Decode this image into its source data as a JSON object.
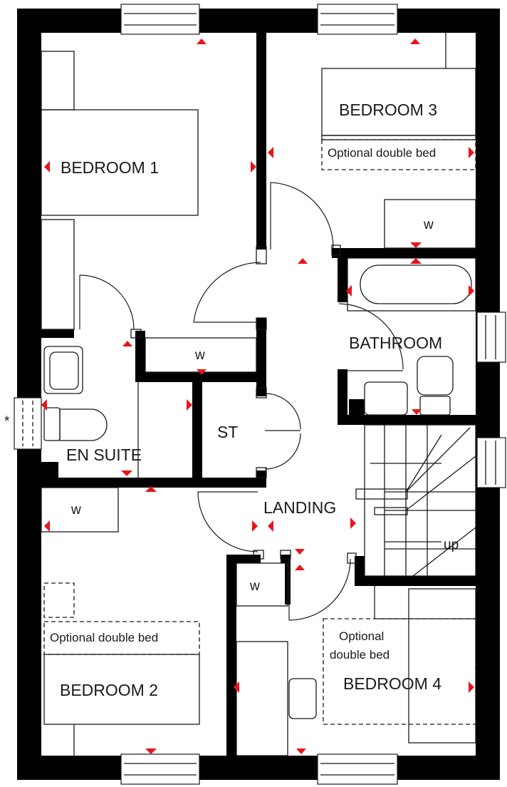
{
  "rooms": {
    "bedroom_1": "BEDROOM 1",
    "bedroom_2": "BEDROOM 2",
    "bedroom_3": "BEDROOM 3",
    "bedroom_4": "BEDROOM 4",
    "en_suite": "EN SUITE",
    "bathroom": "BATHROOM",
    "landing": "LANDING",
    "store": "ST"
  },
  "labels": {
    "wardrobe": "w",
    "stairs_up": "up",
    "optional_bed_b3": "Optional double bed",
    "optional_bed_b2": "Optional double bed",
    "optional_bed_b4_line1": "Optional",
    "optional_bed_b4_line2": "double bed",
    "asterisk": "*"
  },
  "colors": {
    "wall": "#000000",
    "line": "#1a1a1a",
    "marker": "#e8141b"
  }
}
